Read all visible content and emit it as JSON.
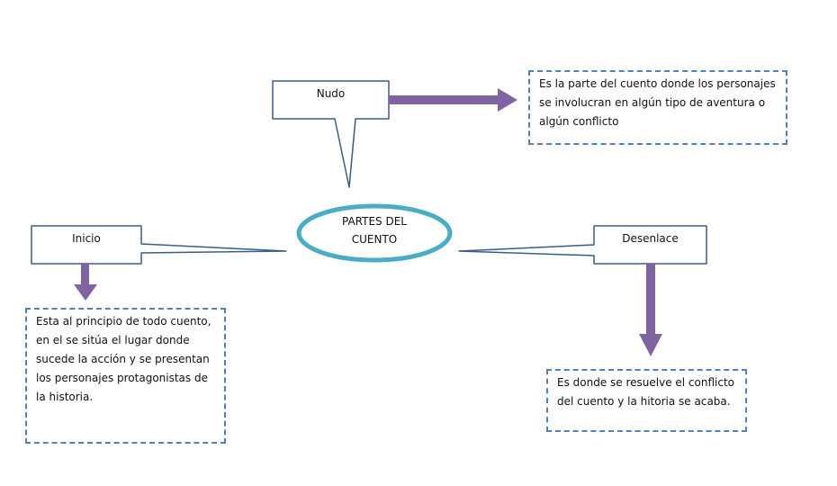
{
  "diagram": {
    "center": {
      "line1": "PARTES DEL",
      "line2": "CUENTO"
    },
    "nodes": {
      "nudo": {
        "label": "Nudo",
        "description": "Es la parte del cuento donde los personajes se involucran en algún tipo de aventura o algún conflicto"
      },
      "inicio": {
        "label": "Inicio",
        "description": "Esta al principio de todo cuento, en el se sitúa el lugar donde sucede la acción y se presentan los personajes protagonistas de la historia."
      },
      "desenlace": {
        "label": "Desenlace",
        "description": "Es donde se resuelve el conflicto del cuento y la hitoria se acaba."
      }
    },
    "colors": {
      "ellipse_stroke": "#4bacc6",
      "arrow": "#8064a2",
      "callout_stroke": "#385d8a",
      "dashed_border": "#4f81bd"
    }
  }
}
